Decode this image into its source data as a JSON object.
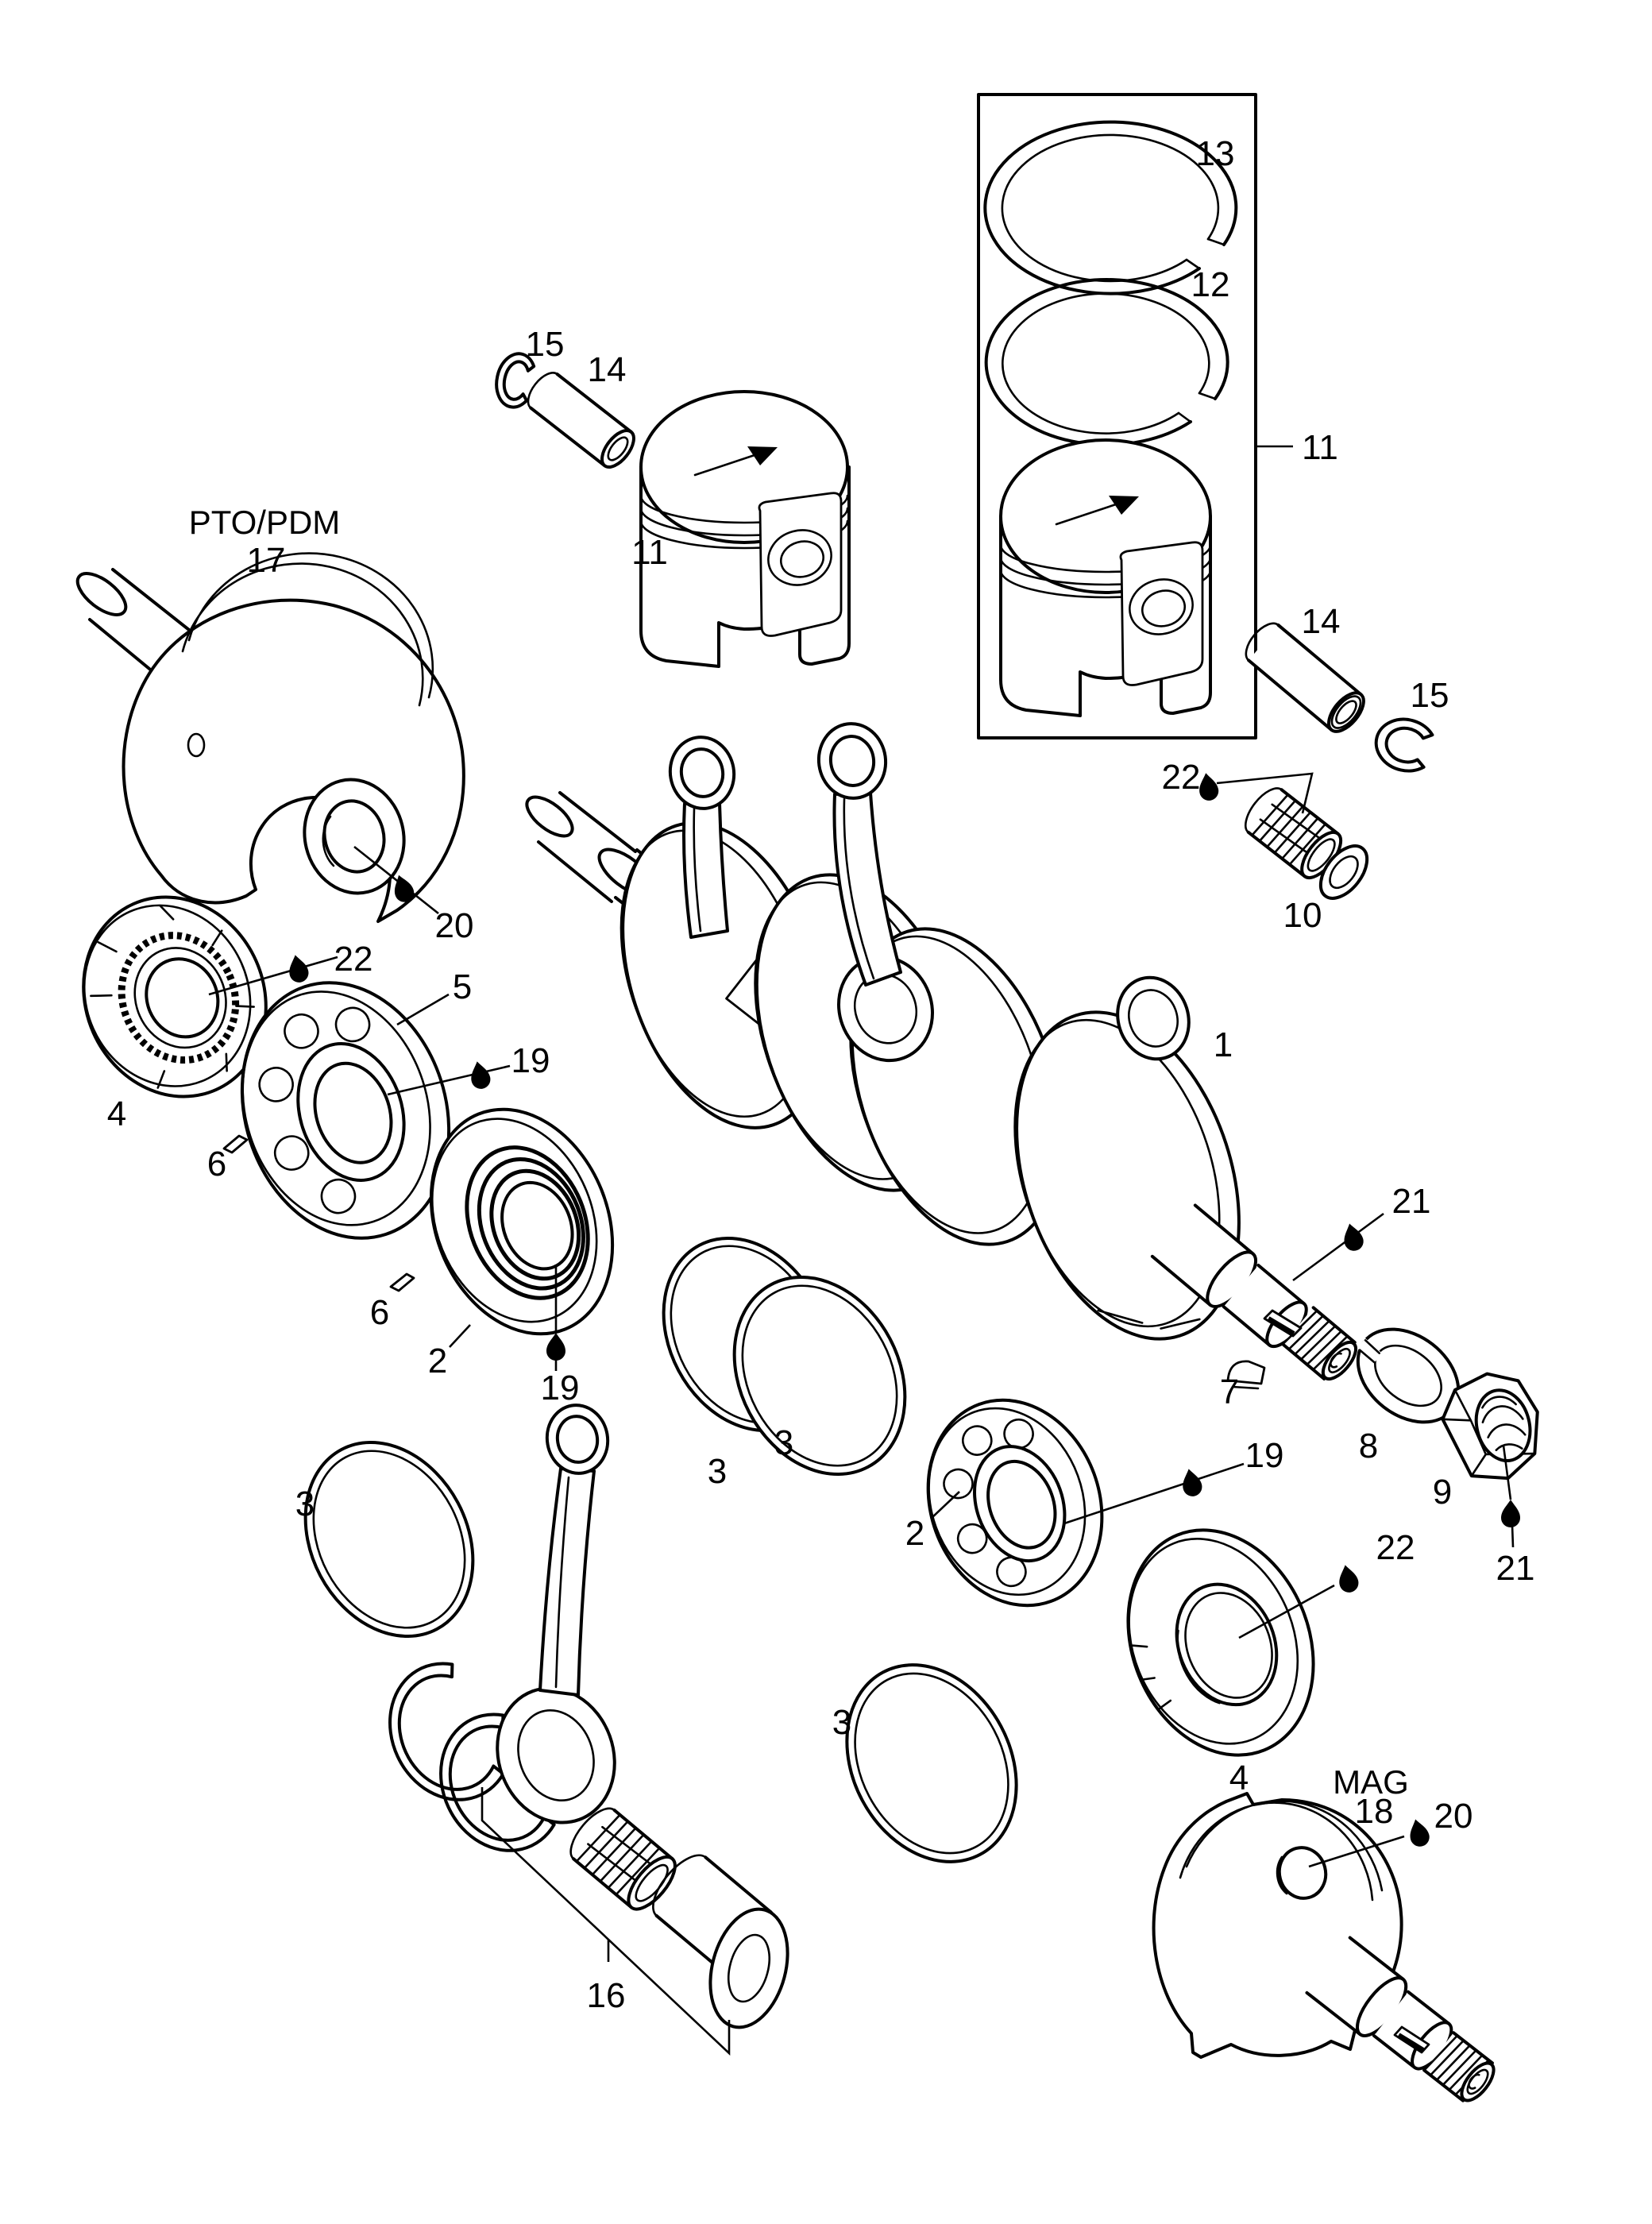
{
  "document": {
    "type": "exploded-parts-diagram",
    "subject": "crankshaft and pistons assembly"
  },
  "colors": {
    "ink": "#000000",
    "paper": "#ffffff"
  },
  "icons": {
    "oil_drop": "oil-droplet-icon"
  },
  "labels": {
    "box_ring_top": "13",
    "box_ring_second": "12",
    "box_group": "11",
    "piston_left": "11",
    "circlip_top": "15",
    "wristpin_top": "14",
    "pto_title": "PTO/PDM",
    "pto_num": "17",
    "pto_oil": "20",
    "seal_left_oil": "22",
    "bearing_left": "5",
    "bearing_left_oil": "19",
    "seal_outer_left": "4",
    "key_left_a": "6",
    "key_left_b": "6",
    "seal_inner_left": "2",
    "seal_inner_left_oil": "19",
    "oring_left": "3",
    "oring_mid_a": "3",
    "oring_mid_b": "3",
    "crankshaft": "1",
    "wristpin_right": "14",
    "circlip_right": "15",
    "needle_bearing_oil": "22",
    "needle_bearing": "10",
    "shaft_oil_top": "21",
    "key_right": "7",
    "washer_lock": "8",
    "nut": "9",
    "nut_oil": "21",
    "bearing_right": "2",
    "bearing_right_oil": "19",
    "seal_outer_right_oil": "22",
    "seal_outer_right": "4",
    "oring_bottom": "3",
    "rod_kit": "16",
    "mag_title": "MAG",
    "mag_num": "18",
    "mag_oil": "20"
  }
}
